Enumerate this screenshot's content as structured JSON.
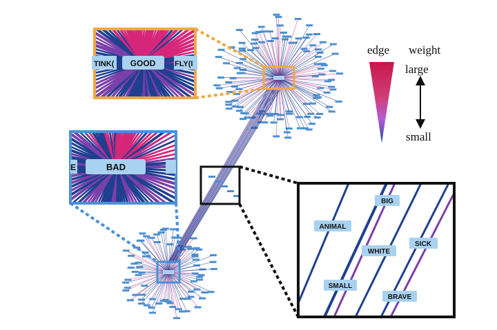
{
  "legend": {
    "title_left": "edge",
    "title_right": "weight",
    "large": "large",
    "small": "small",
    "color_large": "#c8174a",
    "color_mid": "#b45ad6",
    "color_small": "#1f4fa0"
  },
  "zoom_top": {
    "labels": [
      "TINK(",
      "GOOD",
      "FLY(I"
    ],
    "frame_color": "#f0a844"
  },
  "zoom_left": {
    "labels": [
      "E",
      "BAD"
    ],
    "frame_color": "#4a90d9"
  },
  "zoom_right": {
    "labels": [
      "BIG",
      "ANIMAL",
      "WHITE",
      "SICK",
      "SMALL",
      "BRAVE"
    ],
    "frame_color": "#111111"
  },
  "colors": {
    "node_fill": "#a9d1f0",
    "edge_blue": "#1f3f8f",
    "edge_purple": "#7a3fa8",
    "edge_pink": "#d6277a",
    "graph_node": "#4d8fcf"
  }
}
